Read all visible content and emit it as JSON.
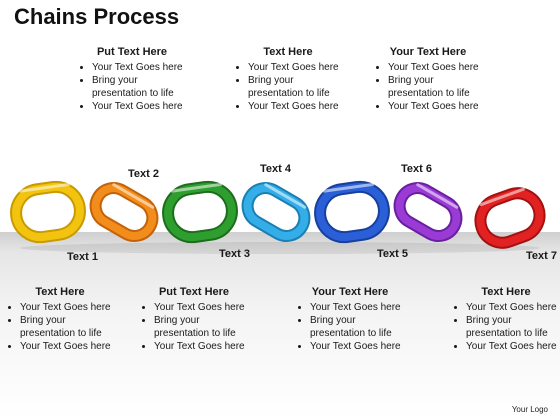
{
  "title": "Chains Process",
  "top_blocks": [
    {
      "heading": "Put Text Here",
      "bullets": [
        "Your Text Goes here",
        "Bring your presentation to life",
        "Your Text Goes here"
      ]
    },
    {
      "heading": "Text Here",
      "bullets": [
        "Your Text Goes here",
        "Bring your presentation to life",
        "Your Text Goes here"
      ]
    },
    {
      "heading": "Your Text Here",
      "bullets": [
        "Your Text Goes here",
        "Bring your presentation to life",
        "Your Text Goes here"
      ]
    }
  ],
  "bottom_blocks": [
    {
      "heading": "Text Here",
      "bullets": [
        "Your Text Goes here",
        "Bring your presentation to life",
        "Your Text Goes here"
      ]
    },
    {
      "heading": "Put Text Here",
      "bullets": [
        "Your Text Goes here",
        "Bring your presentation to life",
        "Your Text Goes here"
      ]
    },
    {
      "heading": "Your Text Here",
      "bullets": [
        "Your Text Goes here",
        "Bring your presentation to life",
        "Your Text Goes here"
      ]
    },
    {
      "heading": "Text Here",
      "bullets": [
        "Your Text Goes here",
        "Bring your presentation to life",
        "Your Text Goes here"
      ]
    }
  ],
  "links": [
    {
      "label": "Text 1",
      "color": "#f2c40f",
      "dark": "#c99a00"
    },
    {
      "label": "Text 2",
      "color": "#f28c1a",
      "dark": "#c4620a"
    },
    {
      "label": "Text 3",
      "color": "#2e9e2e",
      "dark": "#1c6e1c"
    },
    {
      "label": "Text 4",
      "color": "#33aee8",
      "dark": "#1a7fb3"
    },
    {
      "label": "Text 5",
      "color": "#2a5fd8",
      "dark": "#173f9e"
    },
    {
      "label": "Text 6",
      "color": "#9a3bd6",
      "dark": "#6a1fa0"
    },
    {
      "label": "Text 7",
      "color": "#e22222",
      "dark": "#a51010"
    }
  ],
  "logo": "Your Logo"
}
